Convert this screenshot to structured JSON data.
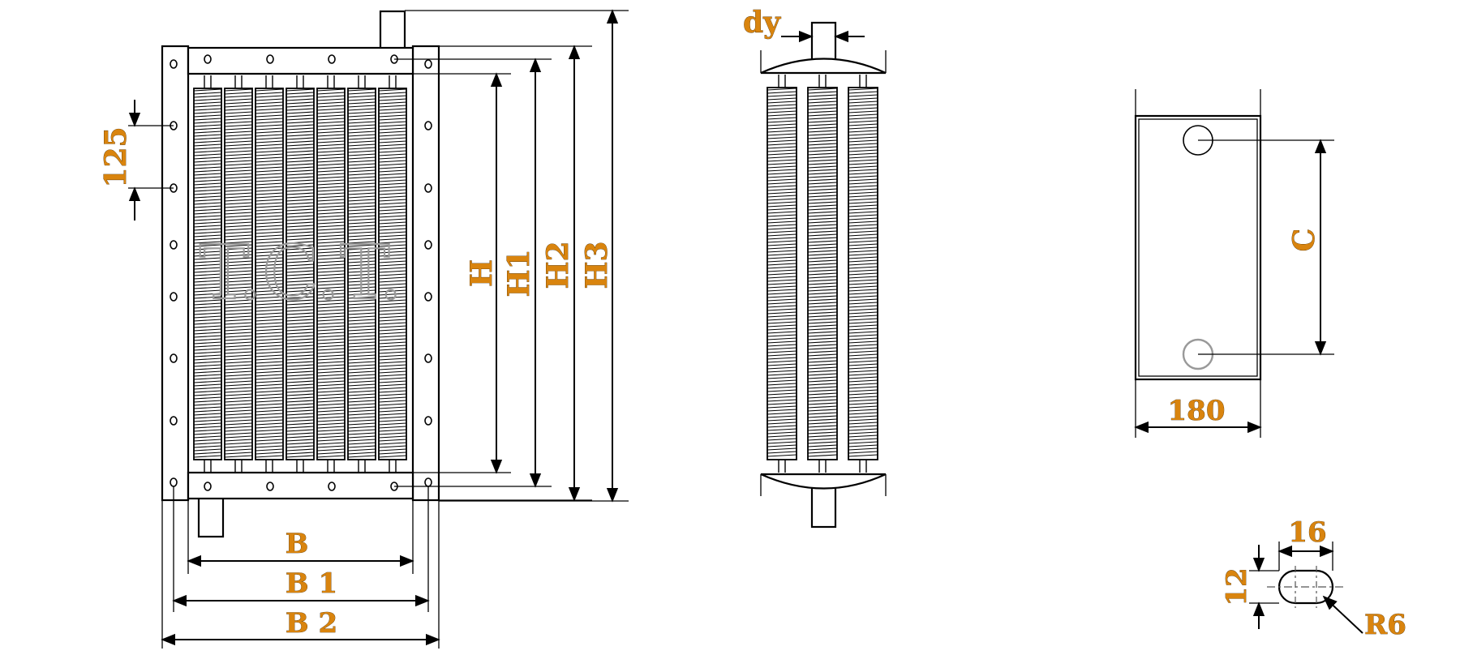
{
  "watermark": "T.C.T.",
  "front_view": {
    "labels": {
      "pitch": "125",
      "h": "H",
      "h1": "H1",
      "h2": "H2",
      "h3": "H3",
      "b": "B",
      "b1": "B 1",
      "b2": "B 2"
    }
  },
  "side_view": {
    "labels": {
      "dy": "dy"
    }
  },
  "flange_view": {
    "labels": {
      "c": "C",
      "width": "180"
    }
  },
  "slot_detail": {
    "labels": {
      "length": "16",
      "height": "12",
      "radius": "R6"
    }
  },
  "colors": {
    "label_fill": "#d9840e",
    "line": "#000000",
    "watermark": "#9a9a9a"
  }
}
